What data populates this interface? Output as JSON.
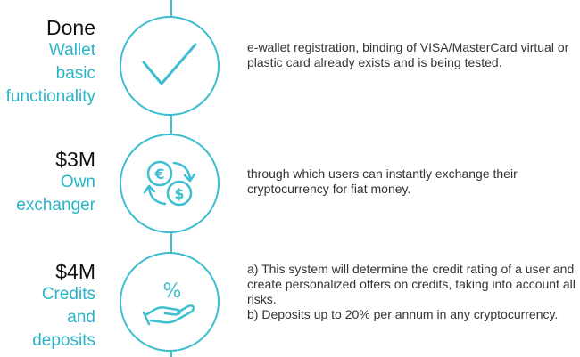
{
  "colors": {
    "accent": "#2bb3c8",
    "line": "#3ebfcf",
    "text": "#333333",
    "amount": "#111111"
  },
  "milestones": [
    {
      "amount": "Done",
      "title_lines": [
        "Wallet",
        "basic",
        "functionality"
      ],
      "icon": "checkmark-icon",
      "description": [
        "e-wallet registration, binding of VISA/MasterCard virtual or plastic card already exists and is being tested."
      ]
    },
    {
      "amount": "$3M",
      "title_lines": [
        "Own",
        "exchanger"
      ],
      "icon": "currency-exchange-icon",
      "description": [
        "through which users can instantly exchange their cryptocurrency for fiat money."
      ]
    },
    {
      "amount": "$4M",
      "title_lines": [
        "Credits",
        "and",
        "deposits"
      ],
      "icon": "percent-hand-icon",
      "description": [
        "a) This system will determine the credit rating of a user and create personalized offers on credits, taking into account all risks.",
        "b) Deposits up to 20% per annum in any cryptocurrency."
      ]
    }
  ]
}
